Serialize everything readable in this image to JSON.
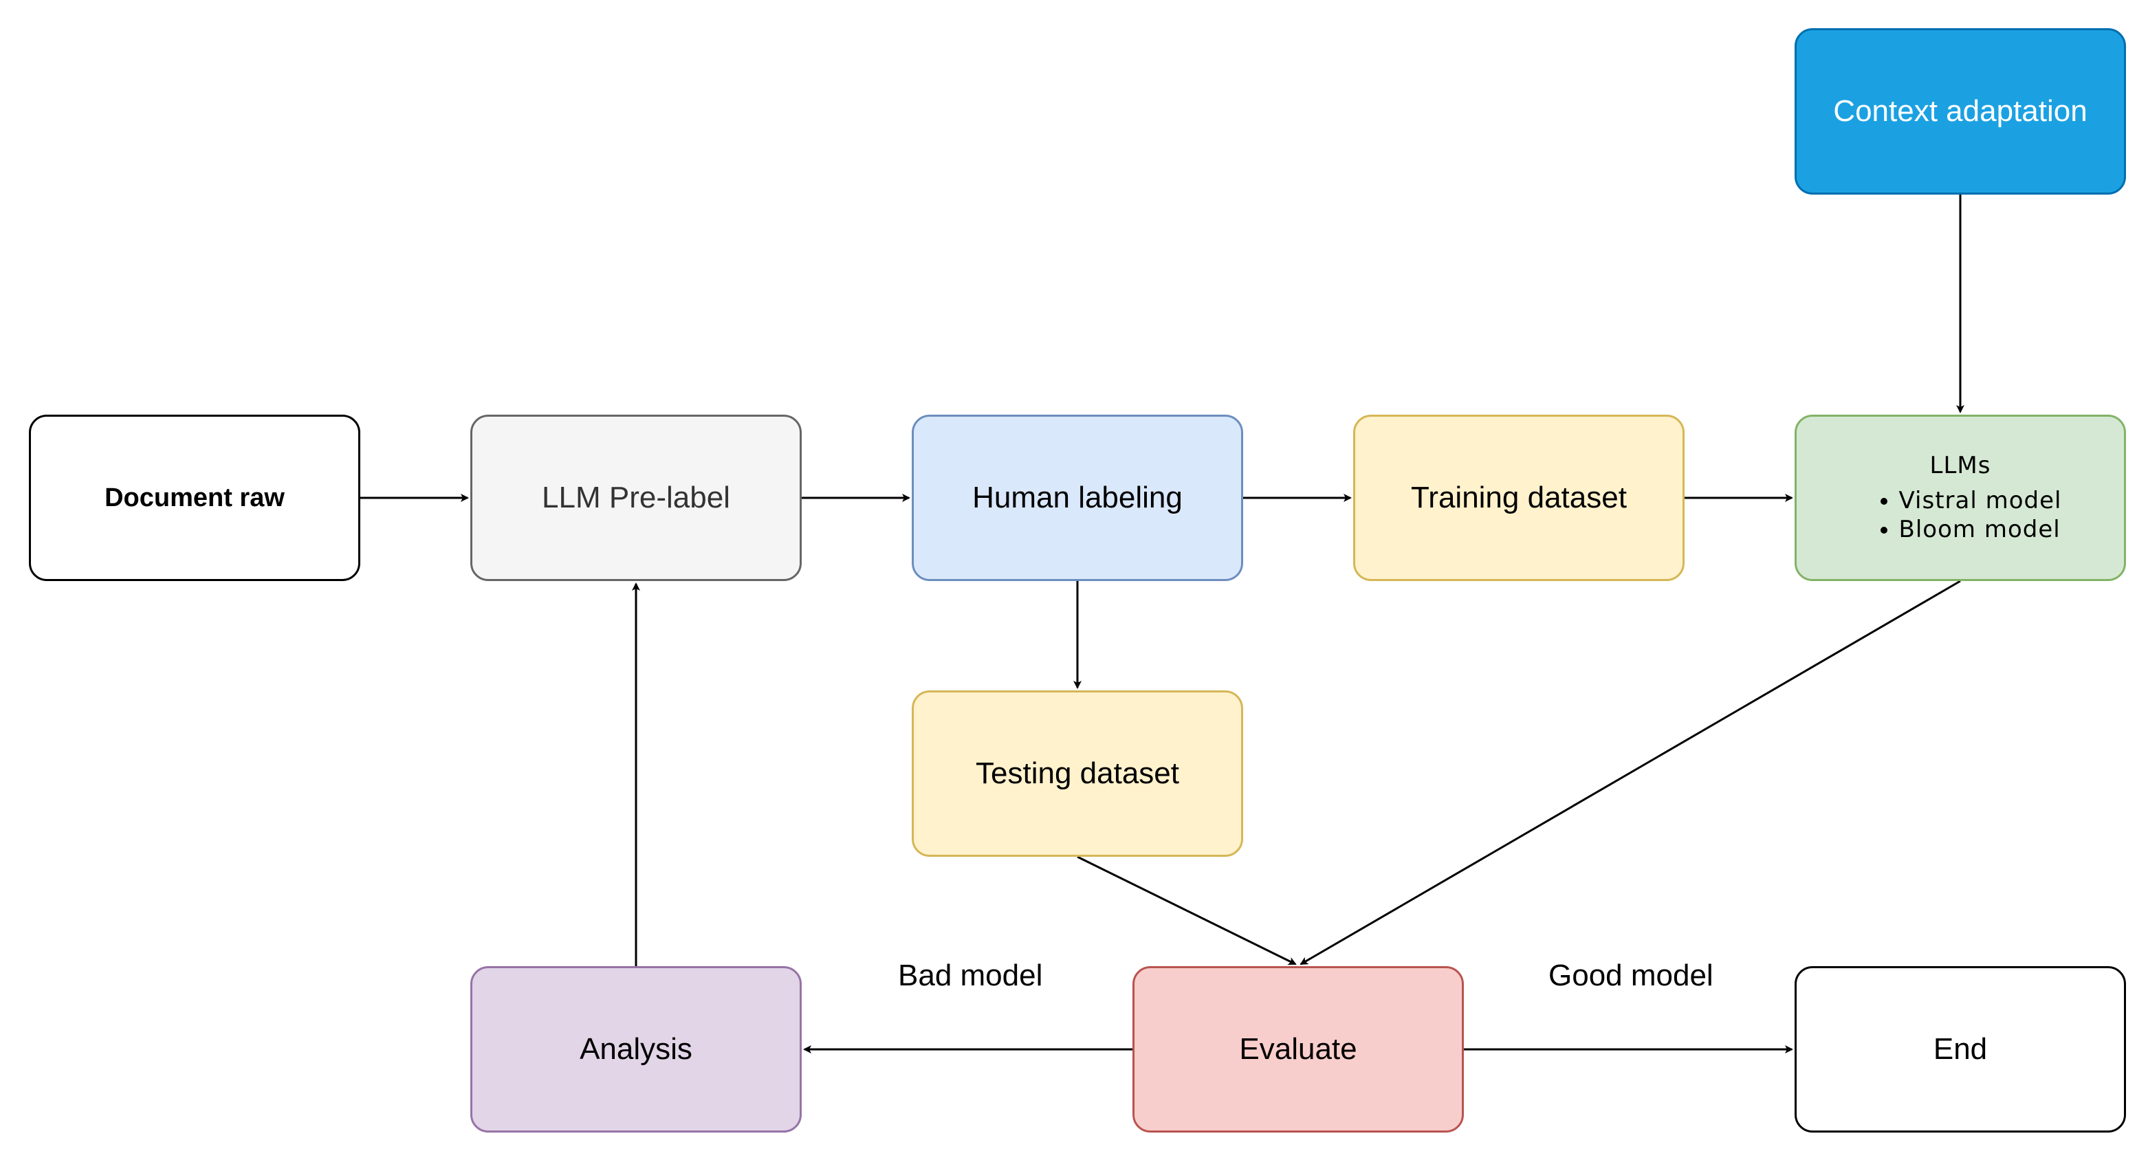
{
  "nodes": {
    "document_raw": "Document raw",
    "llm_pre_label": "LLM Pre-label",
    "human_labeling": "Human labeling",
    "training_dataset": "Training dataset",
    "llms": {
      "title": "LLMs",
      "items": [
        "Vistral model",
        "Bloom model"
      ]
    },
    "context_adaptation": "Context adaptation",
    "testing_dataset": "Testing dataset",
    "evaluate": "Evaluate",
    "analysis": "Analysis",
    "end": "End"
  },
  "edge_labels": {
    "bad_model": "Bad model",
    "good_model": "Good model"
  }
}
